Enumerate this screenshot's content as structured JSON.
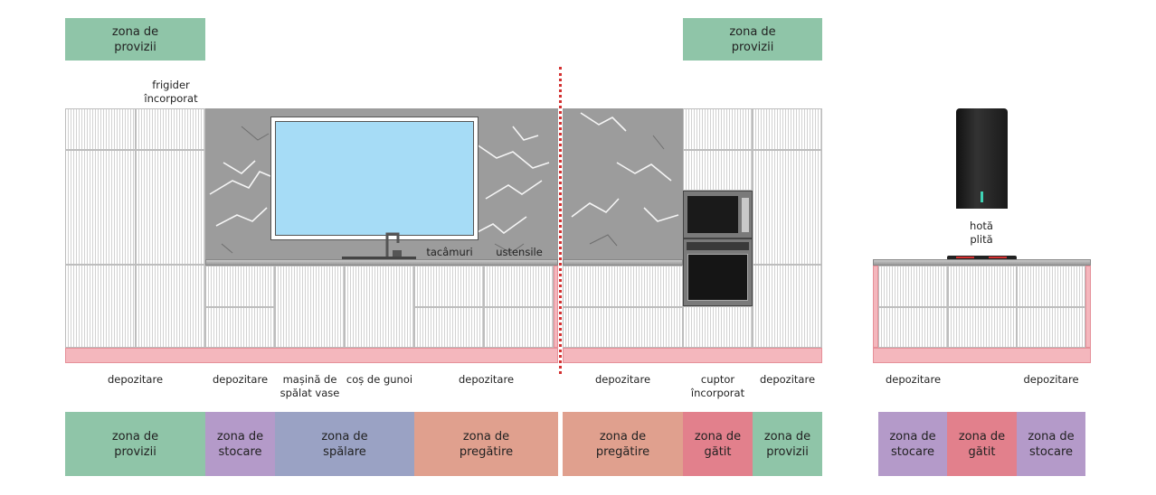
{
  "colors": {
    "provizii": "#8fc5a8",
    "stocare": "#b49ac9",
    "spalare": "#9aa2c4",
    "pregatire": "#e0a08e",
    "gatit": "#e2808c",
    "kickplate": "#f4b7bd",
    "window": "#a6dcf6",
    "divider": "#d33030"
  },
  "top_zones": [
    {
      "label": "zona de provizii"
    },
    {
      "label": "zona de provizii"
    }
  ],
  "annotations": {
    "fridge": "frigider încorporat",
    "cutlery": "tacâmuri",
    "utensils": "ustensile",
    "hood": "hotă",
    "hob": "plită"
  },
  "bottom_labels": [
    {
      "text": "depozitare"
    },
    {
      "text": "depozitare"
    },
    {
      "text": "mașină de spălat vase"
    },
    {
      "text": "coș de gunoi"
    },
    {
      "text": "depozitare"
    },
    {
      "text": "depozitare"
    },
    {
      "text": "cuptor încorporat"
    },
    {
      "text": "depozitare"
    },
    {
      "text": "depozitare"
    },
    {
      "text": "depozitare"
    }
  ],
  "bottom_zones": [
    {
      "label": "zona de provizii",
      "type": "provizii"
    },
    {
      "label": "zona de stocare",
      "type": "stocare"
    },
    {
      "label": "zona de spălare",
      "type": "spalare"
    },
    {
      "label": "zona de pregătire",
      "type": "pregatire"
    },
    {
      "label": "zona de pregătire",
      "type": "pregatire"
    },
    {
      "label": "zona de gătit",
      "type": "gatit"
    },
    {
      "label": "zona de provizii",
      "type": "provizii"
    },
    {
      "label": "zona de stocare",
      "type": "stocare"
    },
    {
      "label": "zona de gătit",
      "type": "gatit"
    },
    {
      "label": "zona de stocare",
      "type": "stocare"
    }
  ]
}
